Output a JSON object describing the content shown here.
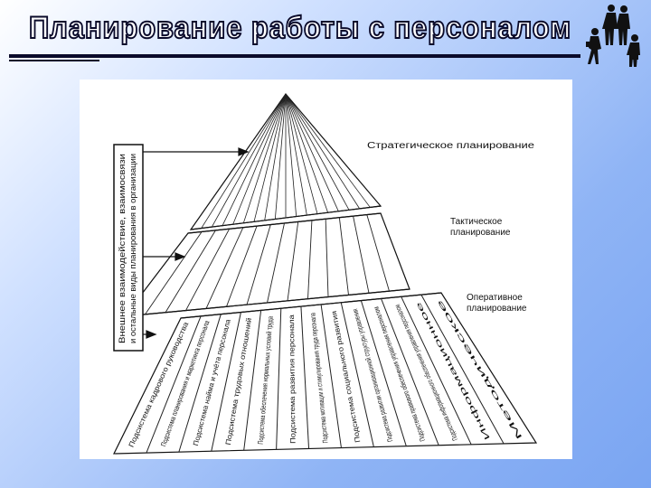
{
  "slide": {
    "title": "Планирование работы с персоналом"
  },
  "diagram": {
    "levels": {
      "strategic": "Стратегическое планирование",
      "tactical_line1": "Тактическое",
      "tactical_line2": "планирование",
      "operational_line1": "Оперативное",
      "operational_line2": "планирование"
    },
    "side_box": {
      "line1": "Внешнее взаимодействие, взаимосвязи",
      "line2": "и остальные виды планирования в организации"
    },
    "subsystems": [
      "Подсистема кадрового руководства",
      "Подсистема планирования и маркетинга персонала",
      "Подсистема найма и учёта персонала",
      "Подсистема трудовых отношений",
      "Подсистема обеспечения нормальных условий труда",
      "Подсистема развития персонала",
      "Подсистема мотивации и стимулирования труда персонала",
      "Подсистема социального развития",
      "Подсистема развития организационной структуры управления",
      "Подсистема правового обеспечения управления персоналом",
      "Подсистема информационного обеспечения управления персоналом",
      "Информационное",
      "Методическое"
    ]
  },
  "icons": {
    "people": "business-people-icon"
  }
}
